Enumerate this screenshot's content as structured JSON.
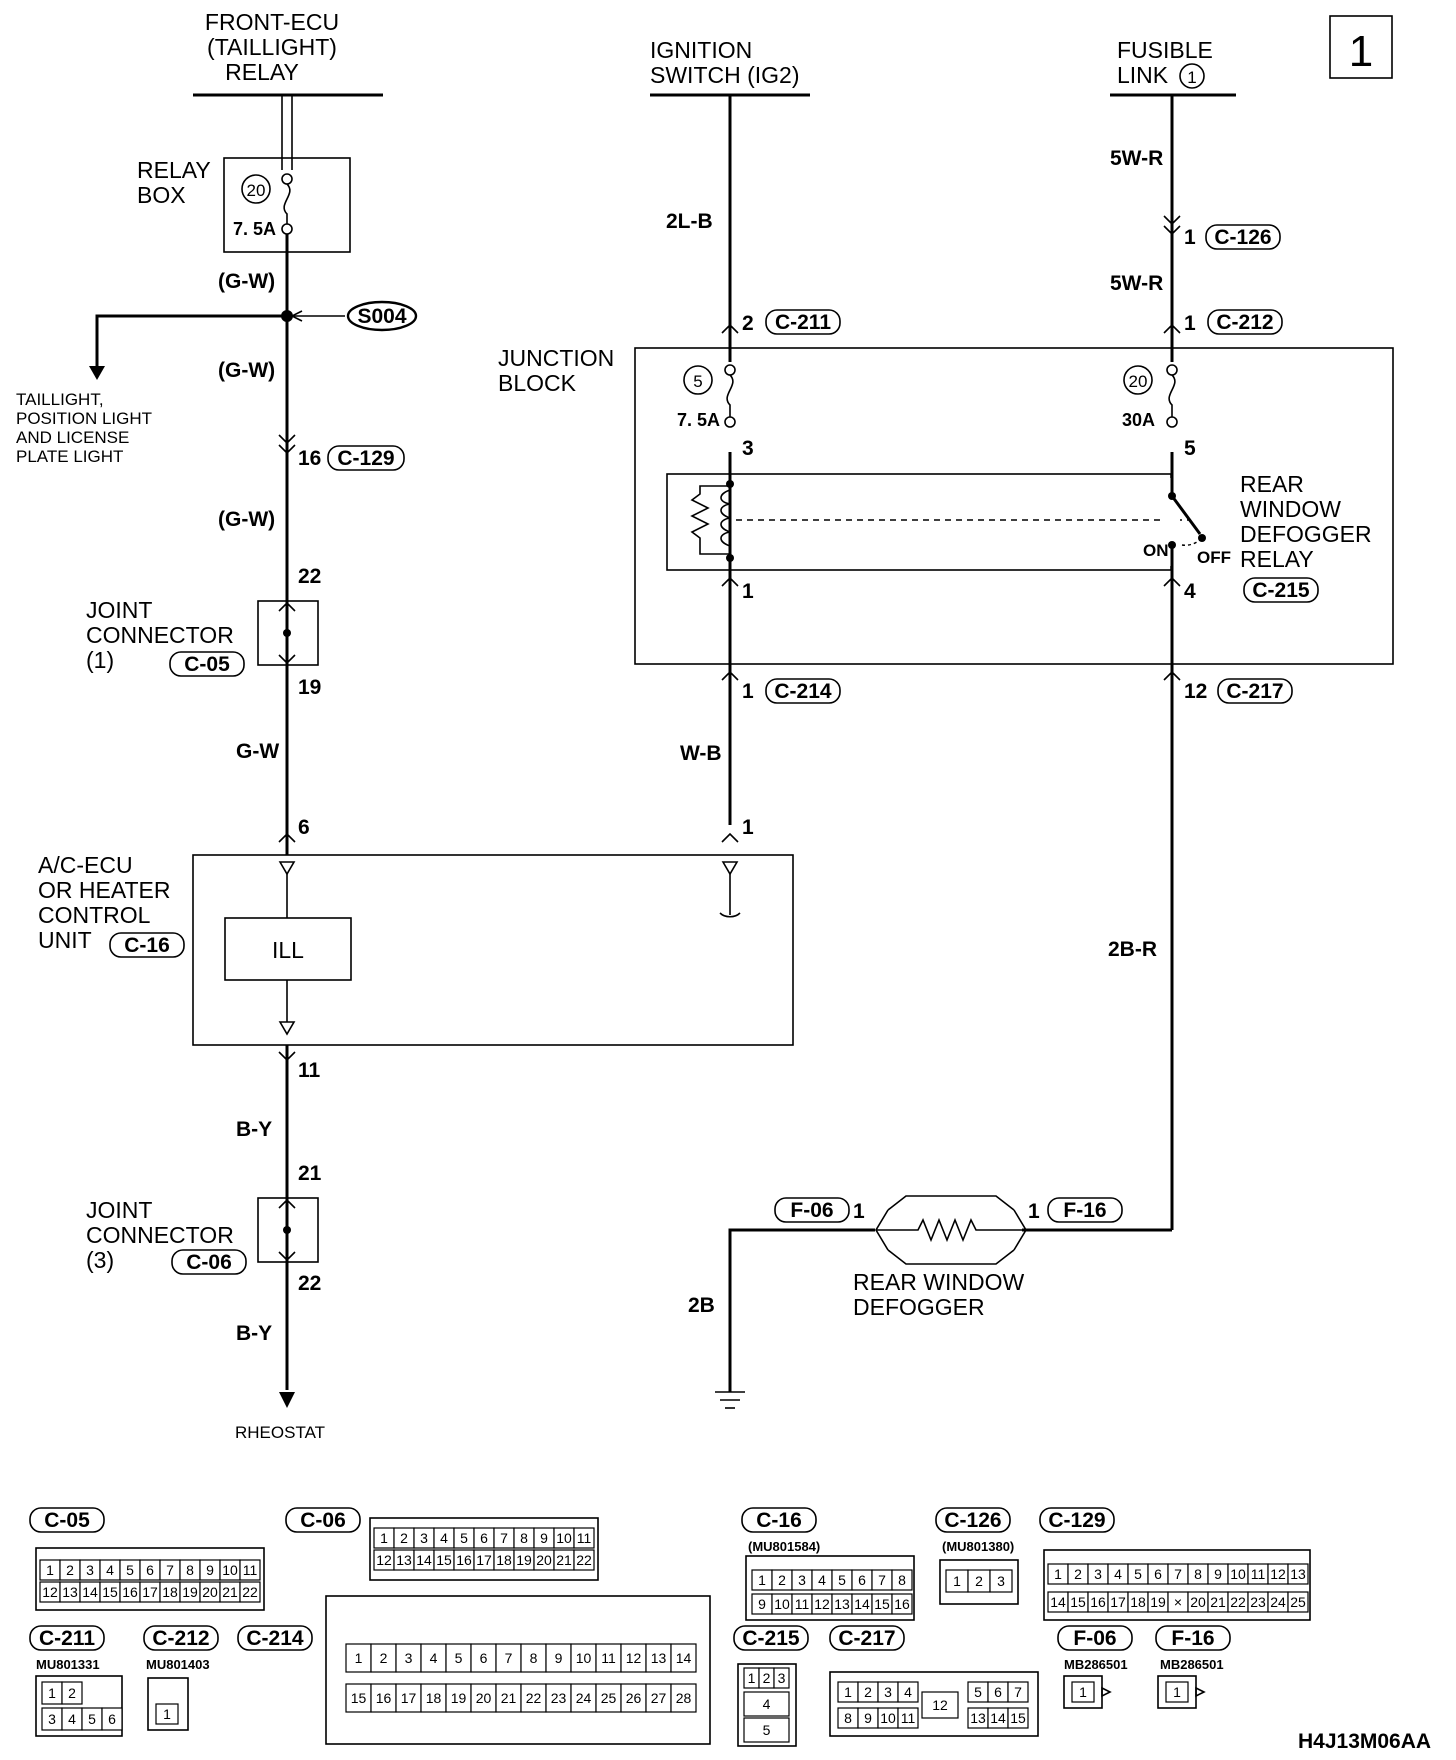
{
  "page_number": "1",
  "figure_code": "H4J13M06AA",
  "sources": {
    "front_ecu_l1": "FRONT-ECU",
    "front_ecu_l2": "(TAILLIGHT)",
    "front_ecu_l3": "RELAY",
    "ignition_l1": "IGNITION",
    "ignition_l2": "SWITCH (IG2)",
    "fusible_l1": "FUSIBLE",
    "fusible_l2": "LINK",
    "fusible_num": "1"
  },
  "relay_box": {
    "label_l1": "RELAY",
    "label_l2": "BOX",
    "fuse_no": "20",
    "amp": "7. 5A"
  },
  "splice": "S004",
  "taillight": {
    "l1": "TAILLIGHT,",
    "l2": "POSITION LIGHT",
    "l3": "AND LICENSE",
    "l4": "PLATE LIGHT"
  },
  "junction_block": {
    "l1": "JUNCTION",
    "l2": "BLOCK",
    "fuse_a_no": "5",
    "fuse_a_amp": "7. 5A",
    "fuse_b_no": "20",
    "fuse_b_amp": "30A",
    "relay_l1": "REAR",
    "relay_l2": "WINDOW",
    "relay_l3": "DEFOGGER",
    "relay_l4": "RELAY",
    "relay_conn": "C-215",
    "on": "ON",
    "off": "OFF"
  },
  "joint1": {
    "l1": "JOINT",
    "l2": "CONNECTOR",
    "l3": "(1)",
    "conn": "C-05"
  },
  "joint3": {
    "l1": "JOINT",
    "l2": "CONNECTOR",
    "l3": "(3)",
    "conn": "C-06"
  },
  "ac_ecu": {
    "l1": "A/C-ECU",
    "l2": "OR HEATER",
    "l3": "CONTROL",
    "l4": "UNIT",
    "conn": "C-16",
    "ill": "ILL"
  },
  "defogger": {
    "l1": "REAR WINDOW",
    "l2": "DEFOGGER"
  },
  "rheostat": "RHEOSTAT",
  "wires": {
    "gw1": "(G-W)",
    "gw2": "(G-W)",
    "gw3": "(G-W)",
    "gw4": "G-W",
    "by1": "B-Y",
    "by2": "B-Y",
    "l2lb": "2L-B",
    "wb": "W-B",
    "w5r1": "5W-R",
    "w5r2": "5W-R",
    "w2br": "2B-R",
    "w2b": "2B"
  },
  "pins": {
    "p16": "16",
    "p22a": "22",
    "p19": "19",
    "p6": "6",
    "p11": "11",
    "p21": "21",
    "p22b": "22",
    "p2": "2",
    "p3": "3",
    "p1a": "1",
    "p1b": "1",
    "p1c": "1",
    "p1d": "1",
    "p1e": "1",
    "p5": "5",
    "p4": "4",
    "p12": "12",
    "pf06": "1",
    "pf16": "1"
  },
  "connectors": {
    "c129": "C-129",
    "c211": "C-211",
    "c214": "C-214",
    "c126": "C-126",
    "c212": "C-212",
    "c217": "C-217",
    "f06": "F-06",
    "f16": "F-16"
  },
  "legend": {
    "c05": "C-05",
    "c06": "C-06",
    "c16": "C-16",
    "c126": "C-126",
    "c129": "C-129",
    "c211": "C-211",
    "c212": "C-212",
    "c214": "C-214",
    "c215": "C-215",
    "c217": "C-217",
    "f06": "F-06",
    "f16": "F-16",
    "pn_c16": "(MU801584)",
    "pn_c126": "(MU801380)",
    "pn_c211": "MU801331",
    "pn_c212": "MU801403",
    "pn_f06": "MB286501",
    "pn_f16": "MB286501",
    "c05_row1": [
      "1",
      "2",
      "3",
      "4",
      "5",
      "6",
      "7",
      "8",
      "9",
      "10",
      "11"
    ],
    "c05_row2": [
      "12",
      "13",
      "14",
      "15",
      "16",
      "17",
      "18",
      "19",
      "20",
      "21",
      "22"
    ],
    "c16_row1": [
      "1",
      "2",
      "3",
      "4",
      "5",
      "6",
      "7",
      "8"
    ],
    "c16_row2": [
      "9",
      "10",
      "11",
      "12",
      "13",
      "14",
      "15",
      "16"
    ],
    "c126_pins": [
      "1",
      "2",
      "3"
    ],
    "c129_row1": [
      "1",
      "2",
      "3",
      "4",
      "5",
      "6",
      "7",
      "8",
      "9",
      "10",
      "11",
      "12",
      "13"
    ],
    "c129_row2": [
      "14",
      "15",
      "16",
      "17",
      "18",
      "19",
      "×",
      "20",
      "21",
      "22",
      "23",
      "24",
      "25"
    ],
    "c214_row1": [
      "1",
      "2",
      "3",
      "4",
      "5",
      "6",
      "7",
      "8",
      "9",
      "10",
      "11",
      "12",
      "13",
      "14"
    ],
    "c214_row2": [
      "15",
      "16",
      "17",
      "18",
      "19",
      "20",
      "21",
      "22",
      "23",
      "24",
      "25",
      "26",
      "27",
      "28"
    ],
    "c211_row1": [
      "1",
      "2"
    ],
    "c211_row2": [
      "3",
      "4",
      "5",
      "6"
    ],
    "c212_pin": "1",
    "c215_row1": [
      "1",
      "2",
      "3"
    ],
    "c215_mid": "4",
    "c215_bot": "5",
    "c217_row1a": [
      "1",
      "2",
      "3",
      "4"
    ],
    "c217_row2a": [
      "8",
      "9",
      "10",
      "11"
    ],
    "c217_mid": "12",
    "c217_row1b": [
      "5",
      "6",
      "7"
    ],
    "c217_row2b": [
      "13",
      "14",
      "15"
    ],
    "f06_pin": "1",
    "f16_pin": "1"
  }
}
